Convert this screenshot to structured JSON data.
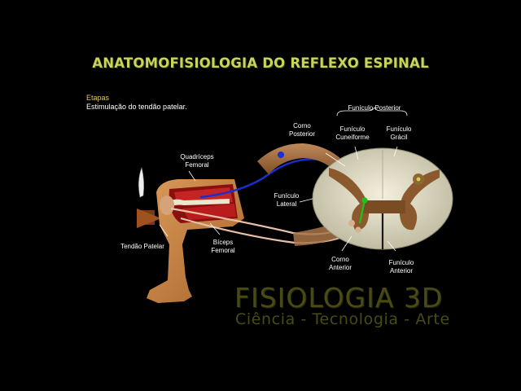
{
  "title": "ANATOMOFISIOLOGIA DO REFLEXO ESPINAL",
  "steps": {
    "heading": "Etapas",
    "text": "Estimulação do tendão patelar."
  },
  "labels": {
    "funiculo_posterior": "Funículo Posterior",
    "corno_posterior_1": "Corno",
    "corno_posterior_2": "Posterior",
    "funiculo_cuneiforme_1": "Funículo",
    "funiculo_cuneiforme_2": "Cuneiforme",
    "funiculo_gracil_1": "Funículo",
    "funiculo_gracil_2": "Grácil",
    "quadriceps_1": "Quadríceps",
    "quadriceps_2": "Femoral",
    "funiculo_lateral_1": "Funículo",
    "funiculo_lateral_2": "Lateral",
    "tendao_patelar": "Tendão Patelar",
    "biceps_1": "Bíceps",
    "biceps_2": "Femoral",
    "corno_anterior_1": "Corno",
    "corno_anterior_2": "Anterior",
    "funiculo_anterior_1": "Funículo",
    "funiculo_anterior_2": "Anterior"
  },
  "brand": {
    "line1": "FISIOLOGIA 3D",
    "line2": "Ciência - Tecnologia - Arte"
  },
  "colors": {
    "title": "#c9d45a",
    "steps_heading": "#e3c766",
    "sensory_fiber": "#1a2fd0",
    "motor_fiber": "#e8c0a8",
    "interneuron": "#19c419",
    "muscle": "#b01818",
    "white_matter": "#d9d5c0",
    "gray_matter": "#8a5a2e"
  }
}
